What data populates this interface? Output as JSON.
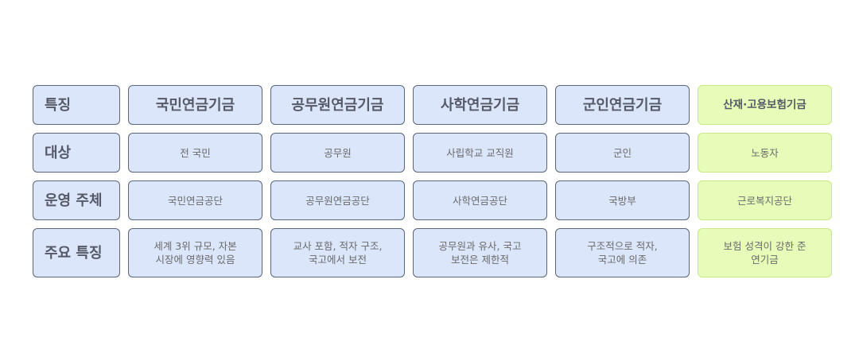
{
  "rows": {
    "header": {
      "label": "특징",
      "cols": [
        "국민연금기금",
        "공무원연금기금",
        "사학연금기금",
        "군인연금기금",
        "산재·고용보험기금"
      ]
    },
    "target": {
      "label": "대상",
      "cols": [
        "전 국민",
        "공무원",
        "사립학교 교직원",
        "군인",
        "노동자"
      ]
    },
    "operator": {
      "label": "운영 주체",
      "cols": [
        "국민연금공단",
        "공무원연금공단",
        "사학연금공단",
        "국방부",
        "근로복지공단"
      ]
    },
    "features": {
      "label": "주요 특징",
      "cols": [
        "세계 3위 규모, 자본\n시장에 영향력 있음",
        "교사 포함, 적자 구조,\n국고에서 보전",
        "공무원과 유사, 국고\n보전은 제한적",
        "구조적으로 적자,\n국고에 의존",
        "보험 성격이 강한 준\n연기금"
      ]
    }
  },
  "colors": {
    "blue_fill": "#dbe6fb",
    "blue_border": "#5b6478",
    "green_fill": "#e6fcb8",
    "green_border": "#c7ea86"
  }
}
